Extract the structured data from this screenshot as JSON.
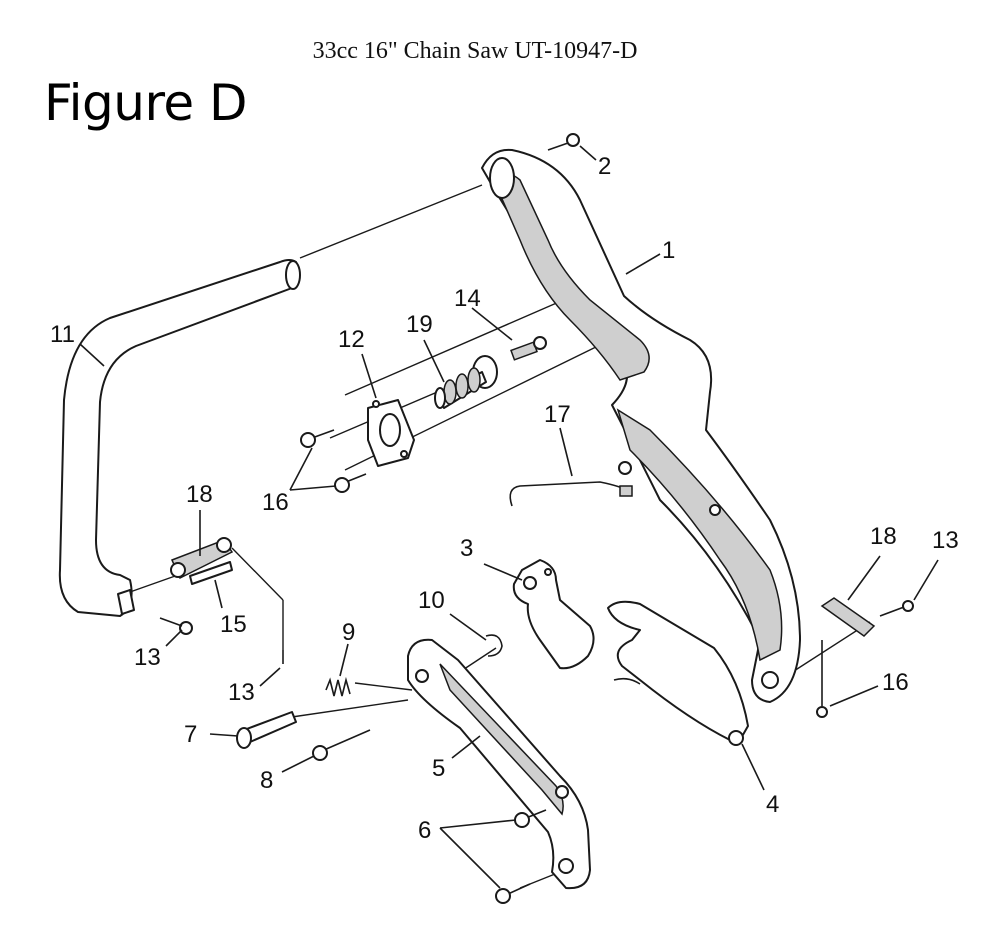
{
  "header": {
    "title": "33cc 16\" Chain Saw UT-10947-D",
    "figure_label": "Figure D"
  },
  "callouts": {
    "c1": "1",
    "c2": "2",
    "c3": "3",
    "c4": "4",
    "c5": "5",
    "c6": "6",
    "c7": "7",
    "c8": "8",
    "c9": "9",
    "c10": "10",
    "c11": "11",
    "c12": "12",
    "c13a": "13",
    "c13b": "13",
    "c13c": "13",
    "c14": "14",
    "c15": "15",
    "c16a": "16",
    "c16b": "16",
    "c17": "17",
    "c18a": "18",
    "c18b": "18",
    "c19": "19"
  }
}
